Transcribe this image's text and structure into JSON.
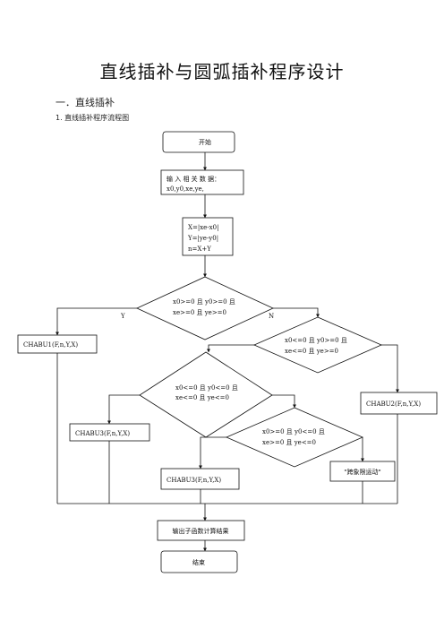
{
  "document": {
    "title": "直线插补与圆弧插补程序设计",
    "section": "一．直线插补",
    "subsection": "1. 直线插补程序流程图"
  },
  "flowchart": {
    "start": "开始",
    "input_line1": "输 入 相 关 数 据：",
    "input_line2": "x0,y0,xe,ye,",
    "calc_line1": "X=|xe-x0|",
    "calc_line2": "Y=|ye-y0|",
    "calc_line3": "n=X+Y",
    "d1_line1": "x0>=0 且 y0>=0 且",
    "d1_line2": "xe>=0 且 ye>=0",
    "d1_yes": "Y",
    "d1_no": "N",
    "d2_line1": "x0<=0 且 y0>=0 且",
    "d2_line2": "xe<=0 且 ye>=0",
    "d3_line1": "x0<=0 且 y0<=0 且",
    "d3_line2": "xe<=0 且 ye<=0",
    "d4_line1": "x0>=0 且 y0<=0 且",
    "d4_line2": "xe>=0 且 ye<=0",
    "chabu1": "CHABU1(F,n,Y,X)",
    "chabu2": "CHABU2(F,n,Y,X)",
    "chabu3a": "CHABU3(F,n,Y,X)",
    "chabu3b": "CHABU3(F,n,Y,X)",
    "cross_quadrant": "\"跨象限运动\"",
    "output": "输出子函数计算结果",
    "end": "结束"
  }
}
